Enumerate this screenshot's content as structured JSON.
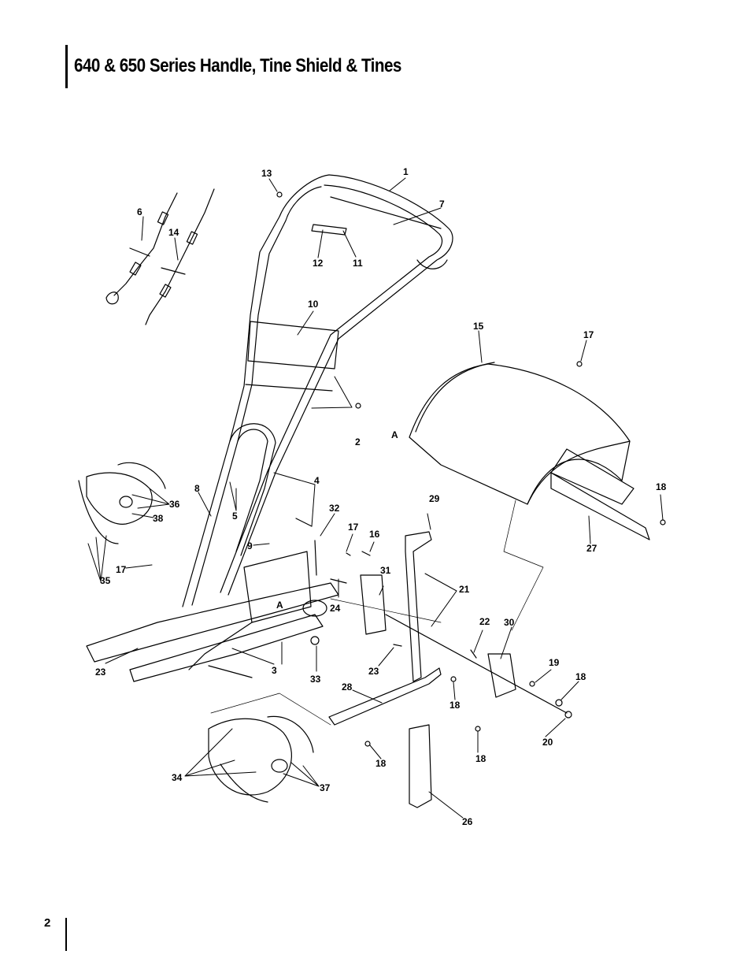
{
  "page": {
    "title": "640 & 650 Series Handle, Tine Shield & Tines",
    "page_number": "2"
  },
  "diagram": {
    "labels": [
      {
        "id": "l1",
        "text": "1"
      },
      {
        "id": "l2",
        "text": "2"
      },
      {
        "id": "l3",
        "text": "3"
      },
      {
        "id": "l4",
        "text": "4"
      },
      {
        "id": "l5",
        "text": "5"
      },
      {
        "id": "l6",
        "text": "6"
      },
      {
        "id": "l7",
        "text": "7"
      },
      {
        "id": "l8",
        "text": "8"
      },
      {
        "id": "l9",
        "text": "9"
      },
      {
        "id": "l10",
        "text": "10"
      },
      {
        "id": "l11",
        "text": "11"
      },
      {
        "id": "l12",
        "text": "12"
      },
      {
        "id": "l13",
        "text": "13"
      },
      {
        "id": "l14",
        "text": "14"
      },
      {
        "id": "l15",
        "text": "15"
      },
      {
        "id": "l16",
        "text": "16"
      },
      {
        "id": "l17a",
        "text": "17"
      },
      {
        "id": "l17b",
        "text": "17"
      },
      {
        "id": "l17c",
        "text": "17"
      },
      {
        "id": "l18a",
        "text": "18"
      },
      {
        "id": "l18b",
        "text": "18"
      },
      {
        "id": "l18c",
        "text": "18"
      },
      {
        "id": "l18d",
        "text": "18"
      },
      {
        "id": "l18e",
        "text": "18"
      },
      {
        "id": "l19",
        "text": "19"
      },
      {
        "id": "l20",
        "text": "20"
      },
      {
        "id": "l21",
        "text": "21"
      },
      {
        "id": "l22",
        "text": "22"
      },
      {
        "id": "l23a",
        "text": "23"
      },
      {
        "id": "l23b",
        "text": "23"
      },
      {
        "id": "l24",
        "text": "24"
      },
      {
        "id": "l26",
        "text": "26"
      },
      {
        "id": "l27",
        "text": "27"
      },
      {
        "id": "l28",
        "text": "28"
      },
      {
        "id": "l29",
        "text": "29"
      },
      {
        "id": "l30",
        "text": "30"
      },
      {
        "id": "l31",
        "text": "31"
      },
      {
        "id": "l32",
        "text": "32"
      },
      {
        "id": "l33",
        "text": "33"
      },
      {
        "id": "l34",
        "text": "34"
      },
      {
        "id": "l35",
        "text": "35"
      },
      {
        "id": "l36",
        "text": "36"
      },
      {
        "id": "l37",
        "text": "37"
      },
      {
        "id": "l38",
        "text": "38"
      },
      {
        "id": "lAa",
        "text": "A"
      },
      {
        "id": "lAb",
        "text": "A"
      }
    ]
  }
}
